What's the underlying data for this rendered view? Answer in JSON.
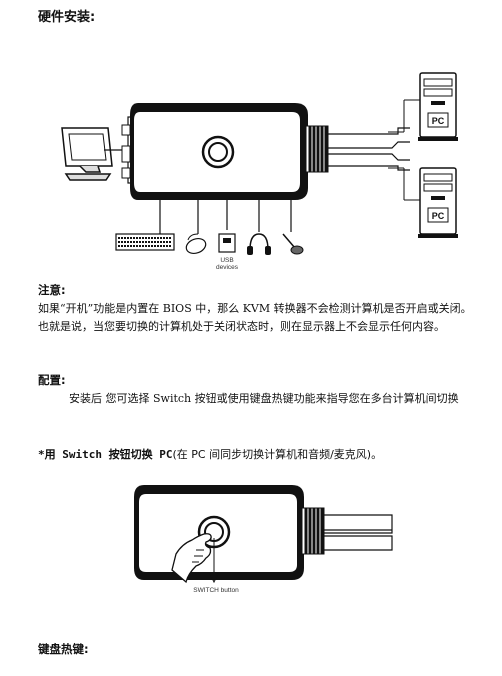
{
  "headings": {
    "hardware": "硬件安装:",
    "note": "注意:",
    "config": "配置:",
    "keyboard_hotkey": "键盘热键:"
  },
  "note": {
    "line1": "如果“开机”功能是内置在 BIOS 中，那么 KVM 转换器不会检测计算机是否开启或关闭。",
    "line2": "也就是说，当您要切换的计算机处于关闭状态时，则在显示器上不会显示任何内容。"
  },
  "config": {
    "text": "安装后 您可选择 Switch 按钮或使用键盘热键功能来指导您在多台计算机间切换"
  },
  "switch_section": {
    "bold_text": "*用 Switch 按钮切换 PC",
    "normal_text": "(在 PC 间同步切换计算机和音频/麦克风)。"
  },
  "diagram1": {
    "pc_top_label": "PC",
    "pc_bottom_label": "PC",
    "usb_label_line1": "USB",
    "usb_label_line2": "devices"
  },
  "diagram2": {
    "switch_button_label": "SWITCH button"
  }
}
